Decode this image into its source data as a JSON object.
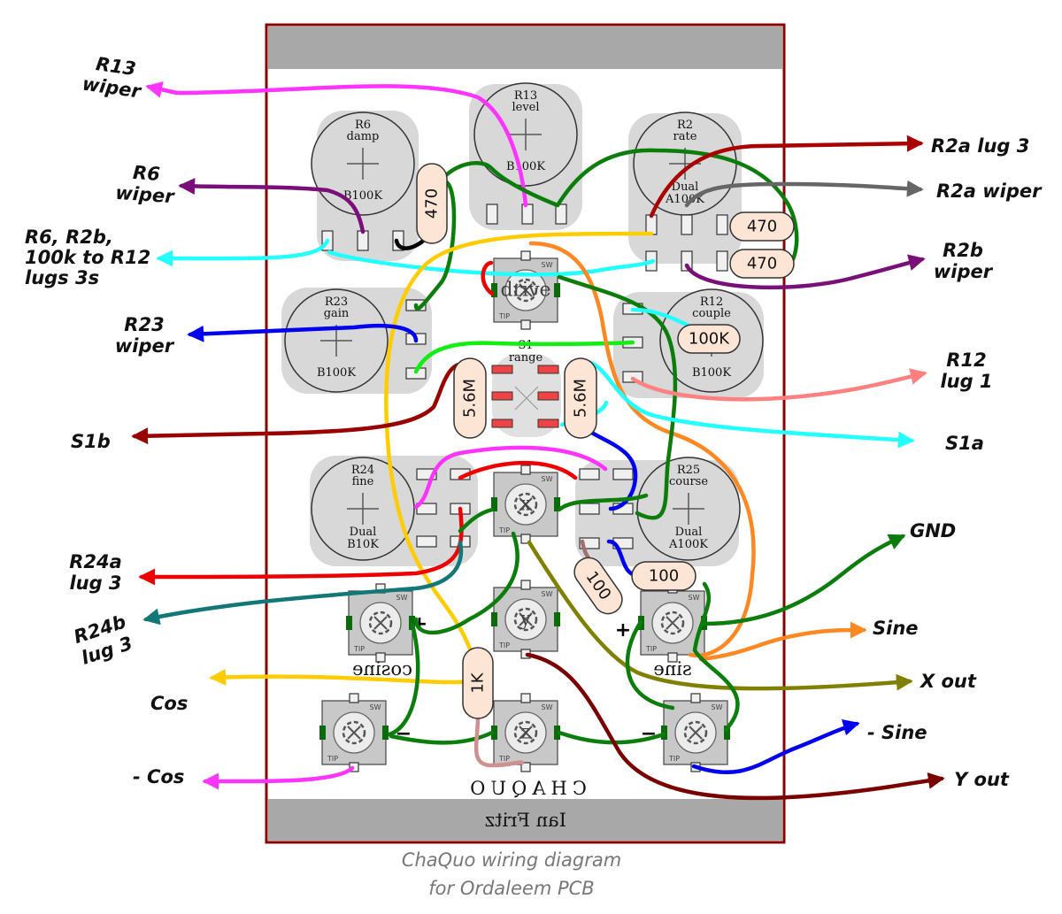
{
  "caption": [
    "ChaQuo wiring diagram",
    "for Ordaleem PCB"
  ],
  "faceplate_text": {
    "title_mirrored": "CHAQUO",
    "author_mirrored": "Ian Fritz"
  },
  "pots": [
    {
      "id": "R6",
      "name": "damp",
      "value": "B100K"
    },
    {
      "id": "R13",
      "name": "level",
      "value": "B100K"
    },
    {
      "id": "R2",
      "name": "rate",
      "value": "Dual A100K"
    },
    {
      "id": "R23",
      "name": "gain",
      "value": "B100K"
    },
    {
      "id": "R12",
      "name": "couple",
      "value": "B100K"
    },
    {
      "id": "R24",
      "name": "fine",
      "value": "Dual B10K"
    },
    {
      "id": "R25",
      "name": "course",
      "value": "Dual A100K"
    }
  ],
  "switch": {
    "id": "S1",
    "name": "range"
  },
  "jacks": [
    {
      "label": "drive"
    },
    {
      "label": "x"
    },
    {
      "label": "y"
    },
    {
      "label": "z"
    },
    {
      "label": ""
    },
    {
      "label": ""
    },
    {
      "label": ""
    },
    {
      "label": ""
    }
  ],
  "jack_tags": {
    "sw": "SW",
    "tip": "TIP"
  },
  "jack_side_labels": {
    "cosine": "cosine",
    "sine": "sine",
    "plus": "+",
    "minus": "−"
  },
  "resistors": [
    "470",
    "470",
    "470",
    "5.6M",
    "5.6M",
    "100K",
    "100",
    "100",
    "1K"
  ],
  "external_labels": {
    "r13_wiper": [
      "R13",
      "wiper"
    ],
    "r6_wiper": [
      "R6",
      "wiper"
    ],
    "r6_r2b": [
      "R6, R2b,",
      "100k to R12",
      "lugs 3s"
    ],
    "r23_wiper": [
      "R23",
      "wiper"
    ],
    "s1b": "S1b",
    "r24a": [
      "R24a",
      "lug 3"
    ],
    "r24b": [
      "R24b",
      "lug 3"
    ],
    "cos": "Cos",
    "neg_cos": "- Cos",
    "r2a_lug3": "R2a lug 3",
    "r2a_wiper": "R2a wiper",
    "r2b_wiper": [
      "R2b",
      "wiper"
    ],
    "r12_lug1": [
      "R12",
      "lug 1"
    ],
    "s1a": "S1a",
    "gnd": "GND",
    "sine": "Sine",
    "x_out": "X out",
    "neg_sine": "- Sine",
    "y_out": "Y out"
  },
  "wire_colors": {
    "magenta": "#ff33ff",
    "purple": "#7a0f7a",
    "cyan": "#22ffff",
    "blue": "#0000ee",
    "darkred": "#990000",
    "red": "#ee0000",
    "teal": "#117777",
    "yellow": "#ffcc00",
    "gray": "#666666",
    "salmon": "#ff8080",
    "green": "#0b7d0b",
    "orange": "#ff8822",
    "olive": "#808000",
    "maroon": "#7a0000",
    "lime": "#11ee11",
    "black": "#000000",
    "pinkbrown": "#d09090"
  },
  "palette": {
    "panel_border": "#8b0000",
    "bar": "#a8a8a8",
    "pot_body": "#d8d8d8",
    "resistor": "#fde5d5",
    "switch_pad": "#ee4444"
  }
}
